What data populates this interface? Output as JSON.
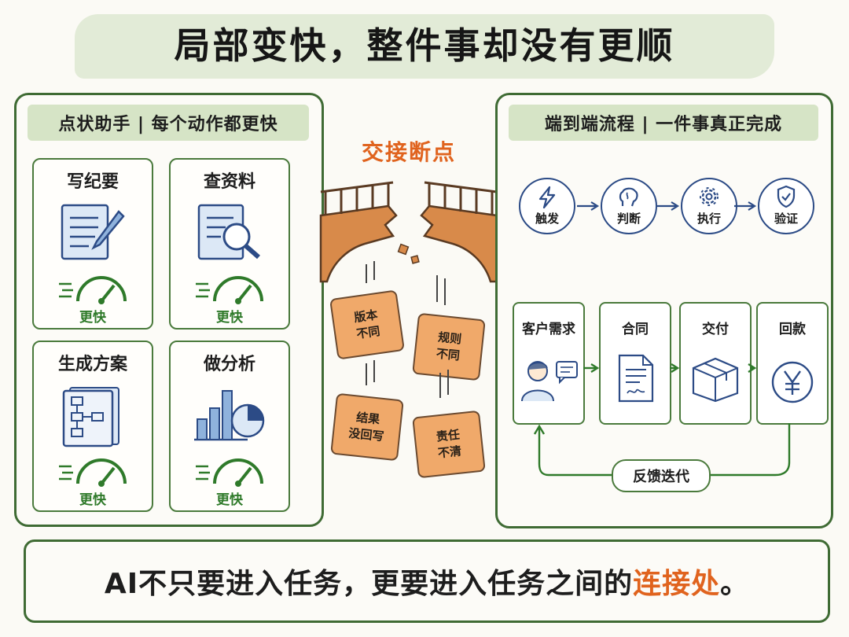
{
  "title": "局部变快，整件事却没有更顺",
  "left_panel": {
    "header": "点状助手 | 每个动作都更快",
    "cards": [
      {
        "title": "写纪要",
        "icon": "notes-pen-icon",
        "badge": "更快"
      },
      {
        "title": "查资料",
        "icon": "document-search-icon",
        "badge": "更快"
      },
      {
        "title": "生成方案",
        "icon": "flowchart-doc-icon",
        "badge": "更快"
      },
      {
        "title": "做分析",
        "icon": "bar-pie-chart-icon",
        "badge": "更快"
      }
    ]
  },
  "middle": {
    "title": "交接断点",
    "puzzles": [
      {
        "label_line1": "版本",
        "label_line2": "不同"
      },
      {
        "label_line1": "规则",
        "label_line2": "不同"
      },
      {
        "label_line1": "结果",
        "label_line2": "没回写"
      },
      {
        "label_line1": "责任",
        "label_line2": "不清"
      }
    ]
  },
  "right_panel": {
    "header": "端到端流程 | 一件事真正完成",
    "steps": [
      {
        "label": "触发",
        "icon": "lightning-icon"
      },
      {
        "label": "判断",
        "icon": "brain-icon"
      },
      {
        "label": "执行",
        "icon": "gear-icon"
      },
      {
        "label": "验证",
        "icon": "shield-check-icon"
      }
    ],
    "stages": [
      {
        "label": "客户需求",
        "icon": "customer-chat-icon"
      },
      {
        "label": "合同",
        "icon": "contract-icon"
      },
      {
        "label": "交付",
        "icon": "package-icon"
      },
      {
        "label": "回款",
        "icon": "yuan-icon"
      }
    ],
    "feedback": "反馈迭代"
  },
  "bottom": {
    "prefix": "AI不只要进入任务，更要进入任务之间的",
    "highlight": "连接处",
    "suffix": "。"
  },
  "colors": {
    "green": "#3f6b34",
    "green_light": "#d6e4c6",
    "orange": "#e0631e",
    "blue": "#2c4b86",
    "puzzle": "#f0a96a"
  }
}
